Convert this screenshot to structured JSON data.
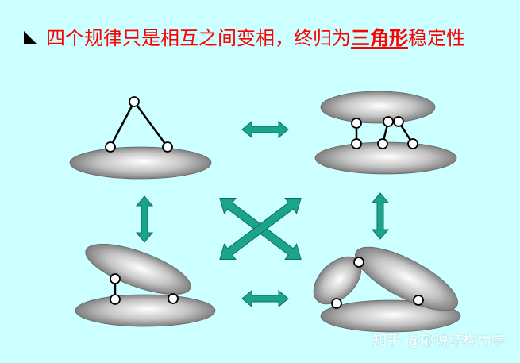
{
  "title": {
    "prefix": "四个规律只是相互之间变相，终归为",
    "highlight": "三角形",
    "suffix": "稳定性"
  },
  "watermark": "知乎 @郁说结构力学",
  "colors": {
    "background": "#ccffff",
    "title": "#ff0000",
    "arrow": "#1aa58a",
    "body_light": "#ffffff",
    "body_dark": "#6f6f6f"
  }
}
